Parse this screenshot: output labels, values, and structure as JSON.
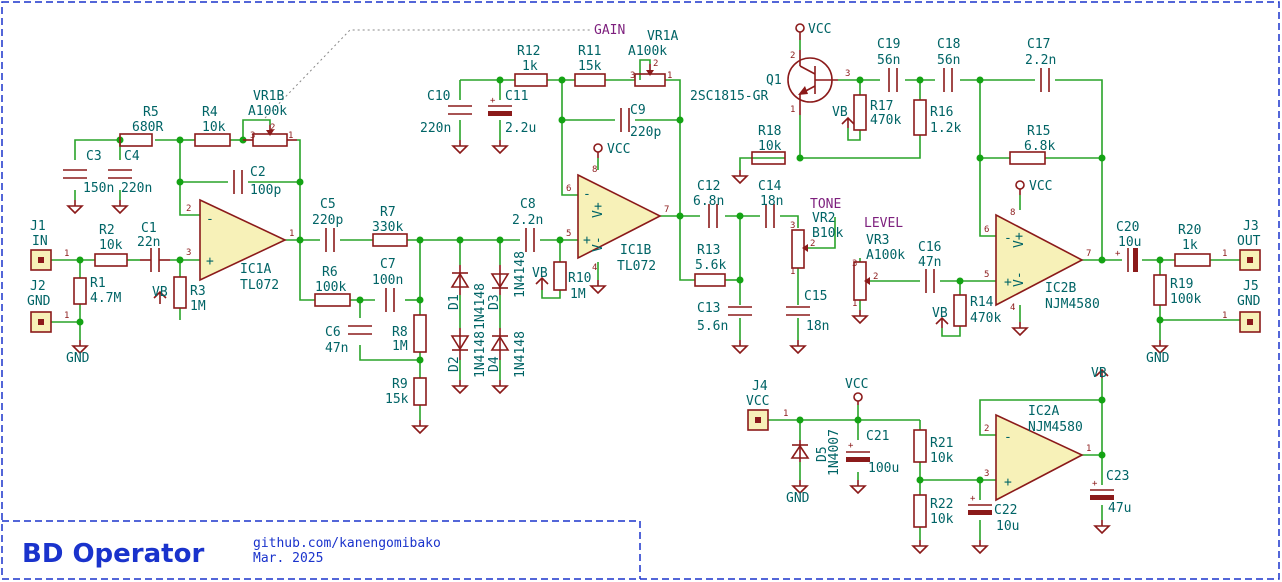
{
  "title_block": {
    "title": "BD Operator",
    "url": "github.com/kanengomibako",
    "date": "Mar. 2025"
  },
  "nets": {
    "gain": "GAIN",
    "tone": "TONE",
    "level": "LEVEL"
  },
  "power": {
    "vcc": "VCC",
    "vb": "VB",
    "gnd": "GND"
  },
  "connectors": {
    "j1": {
      "ref": "J1",
      "label": "IN"
    },
    "j2": {
      "ref": "J2",
      "label": "GND"
    },
    "j3": {
      "ref": "J3",
      "label": "OUT"
    },
    "j4": {
      "ref": "J4",
      "label": "VCC"
    },
    "j5": {
      "ref": "J5",
      "label": "GND"
    }
  },
  "ics": {
    "ic1a": {
      "ref": "IC1A",
      "part": "TL072"
    },
    "ic1b": {
      "ref": "IC1B",
      "part": "TL072"
    },
    "ic2a": {
      "ref": "IC2A",
      "part": "NJM4580"
    },
    "ic2b": {
      "ref": "IC2B",
      "part": "NJM4580"
    }
  },
  "transistor": {
    "ref": "Q1",
    "part": "2SC1815-GR"
  },
  "resistors": {
    "r1": {
      "ref": "R1",
      "value": "4.7M"
    },
    "r2": {
      "ref": "R2",
      "value": "10k"
    },
    "r3": {
      "ref": "R3",
      "value": "1M"
    },
    "r4": {
      "ref": "R4",
      "value": "10k"
    },
    "r5": {
      "ref": "R5",
      "value": "680R"
    },
    "r6": {
      "ref": "R6",
      "value": "100k"
    },
    "r7": {
      "ref": "R7",
      "value": "330k"
    },
    "r8": {
      "ref": "R8",
      "value": "1M"
    },
    "r9": {
      "ref": "R9",
      "value": "15k"
    },
    "r10": {
      "ref": "R10",
      "value": "1M"
    },
    "r11": {
      "ref": "R11",
      "value": "15k"
    },
    "r12": {
      "ref": "R12",
      "value": "1k"
    },
    "r13": {
      "ref": "R13",
      "value": "5.6k"
    },
    "r14": {
      "ref": "R14",
      "value": "470k"
    },
    "r15": {
      "ref": "R15",
      "value": "6.8k"
    },
    "r16": {
      "ref": "R16",
      "value": "1.2k"
    },
    "r17": {
      "ref": "R17",
      "value": "470k"
    },
    "r18": {
      "ref": "R18",
      "value": "10k"
    },
    "r19": {
      "ref": "R19",
      "value": "100k"
    },
    "r20": {
      "ref": "R20",
      "value": "1k"
    },
    "r21": {
      "ref": "R21",
      "value": "10k"
    },
    "r22": {
      "ref": "R22",
      "value": "10k"
    }
  },
  "capacitors": {
    "c1": {
      "ref": "C1",
      "value": "22n"
    },
    "c2": {
      "ref": "C2",
      "value": "100p"
    },
    "c3": {
      "ref": "C3",
      "value": "150n"
    },
    "c4": {
      "ref": "C4",
      "value": "220n"
    },
    "c5": {
      "ref": "C5",
      "value": "220p"
    },
    "c6": {
      "ref": "C6",
      "value": "47n"
    },
    "c7": {
      "ref": "C7",
      "value": "100n"
    },
    "c8": {
      "ref": "C8",
      "value": "2.2n"
    },
    "c9": {
      "ref": "C9",
      "value": "220p"
    },
    "c10": {
      "ref": "C10",
      "value": "220n"
    },
    "c11": {
      "ref": "C11",
      "value": "2.2u"
    },
    "c12": {
      "ref": "C12",
      "value": "6.8n"
    },
    "c13": {
      "ref": "C13",
      "value": "5.6n"
    },
    "c14": {
      "ref": "C14",
      "value": "18n"
    },
    "c15": {
      "ref": "C15",
      "value": "18n"
    },
    "c16": {
      "ref": "C16",
      "value": "47n"
    },
    "c17": {
      "ref": "C17",
      "value": "2.2n"
    },
    "c18": {
      "ref": "C18",
      "value": "56n"
    },
    "c19": {
      "ref": "C19",
      "value": "56n"
    },
    "c20": {
      "ref": "C20",
      "value": "10u"
    },
    "c21": {
      "ref": "C21",
      "value": "100u"
    },
    "c22": {
      "ref": "C22",
      "value": "10u"
    },
    "c23": {
      "ref": "C23",
      "value": "47u"
    }
  },
  "diodes": {
    "d1": {
      "ref": "D1",
      "value": "1N4148"
    },
    "d2": {
      "ref": "D2",
      "value": "1N4148"
    },
    "d3": {
      "ref": "D3",
      "value": "1N4148"
    },
    "d4": {
      "ref": "D4",
      "value": "1N4148"
    },
    "d5": {
      "ref": "D5",
      "value": "1N4007"
    }
  },
  "pots": {
    "vr1a": {
      "ref": "VR1A",
      "value": "A100k"
    },
    "vr1b": {
      "ref": "VR1B",
      "value": "A100k"
    },
    "vr2": {
      "ref": "VR2",
      "value": "B10k"
    },
    "vr3": {
      "ref": "VR3",
      "value": "A100k"
    }
  },
  "pins": {
    "p1": "1",
    "p2": "2",
    "p3": "3",
    "p4": "4",
    "p5": "5",
    "p6": "6",
    "p7": "7",
    "p8": "8",
    "minus": "-",
    "plus": "+",
    "vplus": "V+",
    "vminus": "V-"
  },
  "colors": {
    "wire": "#29a329",
    "component": "#8b1a1a",
    "reference": "#006466",
    "net_label": "#7d1f7d",
    "border": "#1a33cc",
    "body_fill": "#f7f1b8"
  }
}
